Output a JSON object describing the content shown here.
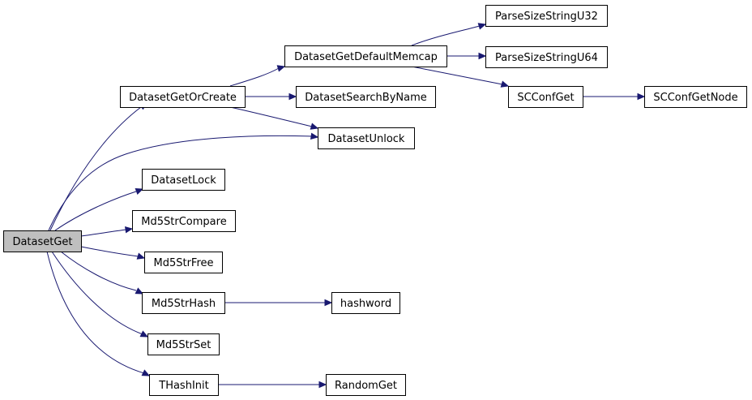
{
  "nodes": [
    {
      "id": "DatasetGet",
      "label": "DatasetGet",
      "root": true
    },
    {
      "id": "DatasetGetOrCreate",
      "label": "DatasetGetOrCreate"
    },
    {
      "id": "DatasetGetDefaultMemcap",
      "label": "DatasetGetDefaultMemcap"
    },
    {
      "id": "ParseSizeStringU32",
      "label": "ParseSizeStringU32"
    },
    {
      "id": "ParseSizeStringU64",
      "label": "ParseSizeStringU64"
    },
    {
      "id": "SCConfGet",
      "label": "SCConfGet"
    },
    {
      "id": "SCConfGetNode",
      "label": "SCConfGetNode"
    },
    {
      "id": "DatasetSearchByName",
      "label": "DatasetSearchByName"
    },
    {
      "id": "DatasetUnlock",
      "label": "DatasetUnlock"
    },
    {
      "id": "DatasetLock",
      "label": "DatasetLock"
    },
    {
      "id": "Md5StrCompare",
      "label": "Md5StrCompare"
    },
    {
      "id": "Md5StrFree",
      "label": "Md5StrFree"
    },
    {
      "id": "Md5StrHash",
      "label": "Md5StrHash"
    },
    {
      "id": "hashword",
      "label": "hashword"
    },
    {
      "id": "Md5StrSet",
      "label": "Md5StrSet"
    },
    {
      "id": "THashInit",
      "label": "THashInit"
    },
    {
      "id": "RandomGet",
      "label": "RandomGet"
    }
  ],
  "edges": [
    [
      "DatasetGet",
      "DatasetGetOrCreate"
    ],
    [
      "DatasetGet",
      "DatasetUnlock"
    ],
    [
      "DatasetGet",
      "DatasetLock"
    ],
    [
      "DatasetGet",
      "Md5StrCompare"
    ],
    [
      "DatasetGet",
      "Md5StrFree"
    ],
    [
      "DatasetGet",
      "Md5StrHash"
    ],
    [
      "DatasetGet",
      "Md5StrSet"
    ],
    [
      "DatasetGet",
      "THashInit"
    ],
    [
      "DatasetGetOrCreate",
      "DatasetGetDefaultMemcap"
    ],
    [
      "DatasetGetOrCreate",
      "DatasetSearchByName"
    ],
    [
      "DatasetGetOrCreate",
      "DatasetUnlock"
    ],
    [
      "DatasetGetDefaultMemcap",
      "ParseSizeStringU32"
    ],
    [
      "DatasetGetDefaultMemcap",
      "ParseSizeStringU64"
    ],
    [
      "DatasetGetDefaultMemcap",
      "SCConfGet"
    ],
    [
      "SCConfGet",
      "SCConfGetNode"
    ],
    [
      "Md5StrHash",
      "hashword"
    ],
    [
      "THashInit",
      "RandomGet"
    ]
  ],
  "colors": {
    "edge": "#191970",
    "root_fill": "#bfbfbf",
    "node_fill": "#ffffff"
  }
}
